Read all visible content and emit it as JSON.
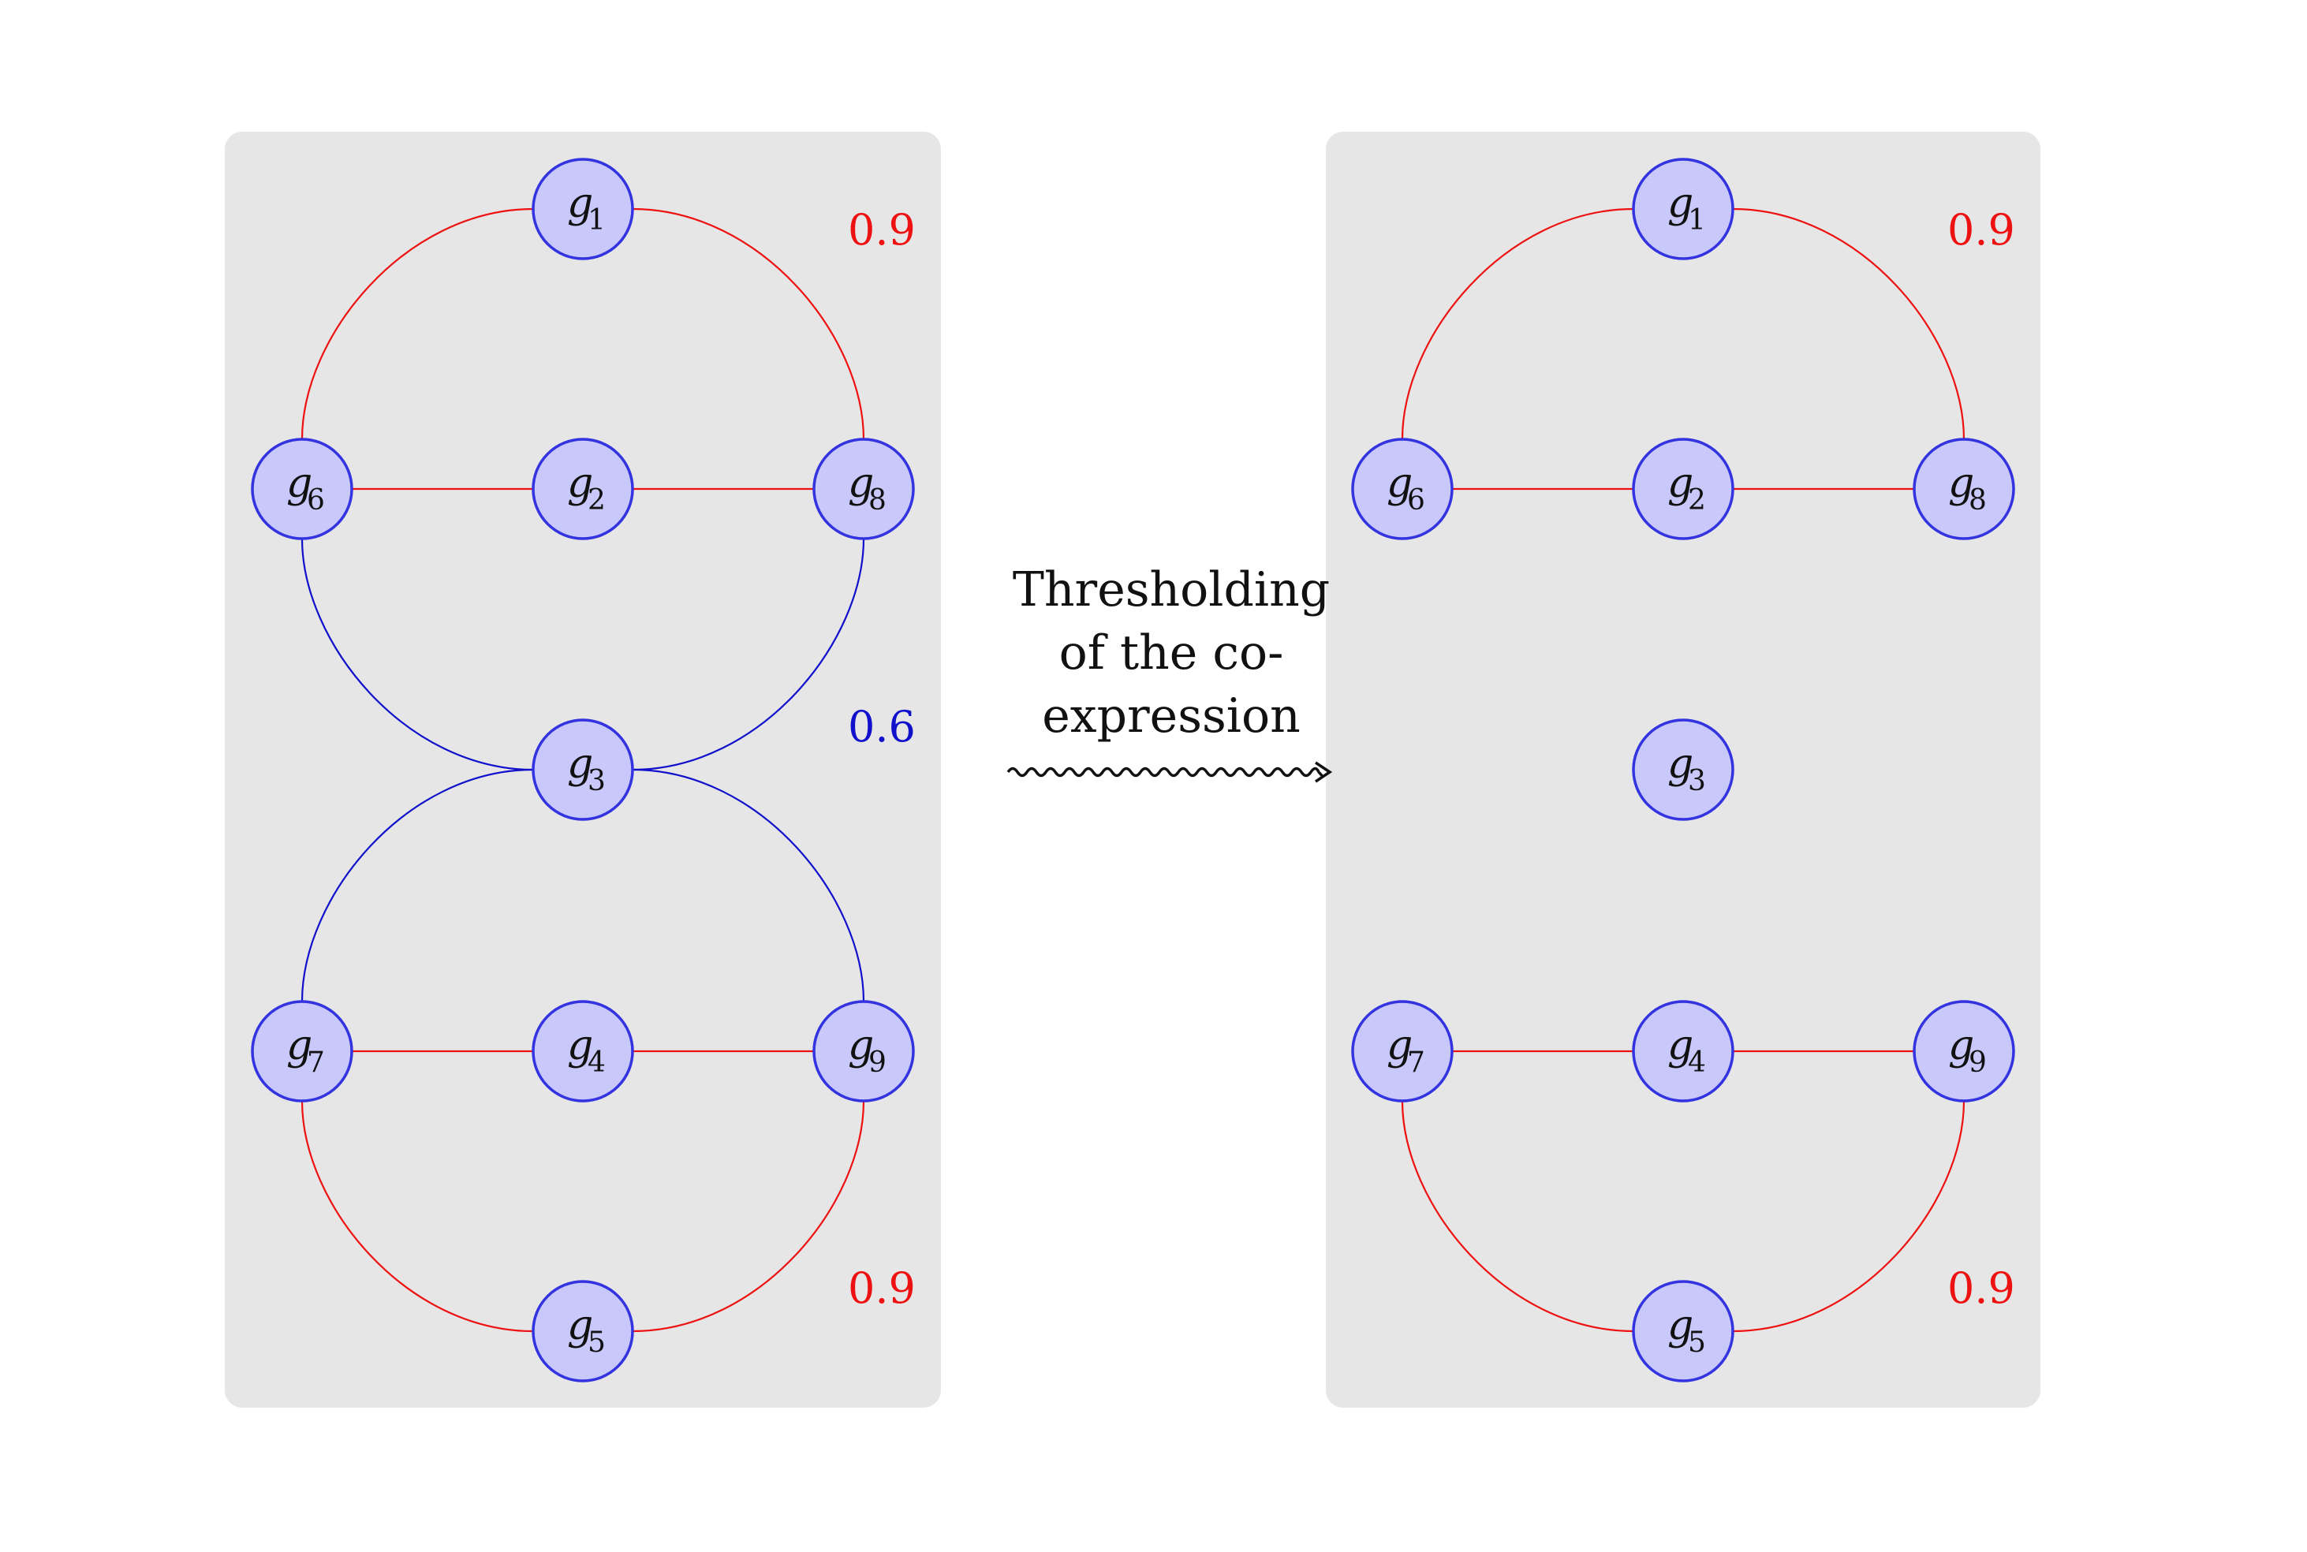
{
  "colors": {
    "strong_edge": "#ee1111",
    "weak_edge": "#1111cc",
    "node_fill": "#c8c8fa",
    "node_stroke": "#3333e0",
    "panel": "#e6e6e6"
  },
  "transition": {
    "caption_lines": [
      "Thresholding",
      "of the co-",
      "expression"
    ],
    "arrow_icon": "squiggly-right-arrow"
  },
  "panels": [
    {
      "id": "before",
      "nodes": [
        {
          "id": "g1",
          "base": "g",
          "sub": "1"
        },
        {
          "id": "g2",
          "base": "g",
          "sub": "2"
        },
        {
          "id": "g3",
          "base": "g",
          "sub": "3"
        },
        {
          "id": "g4",
          "base": "g",
          "sub": "4"
        },
        {
          "id": "g5",
          "base": "g",
          "sub": "5"
        },
        {
          "id": "g6",
          "base": "g",
          "sub": "6"
        },
        {
          "id": "g7",
          "base": "g",
          "sub": "7"
        },
        {
          "id": "g8",
          "base": "g",
          "sub": "8"
        },
        {
          "id": "g9",
          "base": "g",
          "sub": "9"
        }
      ],
      "edges": [
        {
          "from": "g1",
          "to": "g6",
          "weight": 0.9,
          "shape": "arc"
        },
        {
          "from": "g1",
          "to": "g8",
          "weight": 0.9,
          "shape": "arc"
        },
        {
          "from": "g6",
          "to": "g2",
          "weight": 0.9,
          "shape": "line"
        },
        {
          "from": "g2",
          "to": "g8",
          "weight": 0.9,
          "shape": "line"
        },
        {
          "from": "g6",
          "to": "g3",
          "weight": 0.6,
          "shape": "arc"
        },
        {
          "from": "g8",
          "to": "g3",
          "weight": 0.6,
          "shape": "arc"
        },
        {
          "from": "g3",
          "to": "g7",
          "weight": 0.6,
          "shape": "arc"
        },
        {
          "from": "g3",
          "to": "g9",
          "weight": 0.6,
          "shape": "arc"
        },
        {
          "from": "g7",
          "to": "g4",
          "weight": 0.9,
          "shape": "line"
        },
        {
          "from": "g4",
          "to": "g9",
          "weight": 0.9,
          "shape": "line"
        },
        {
          "from": "g7",
          "to": "g5",
          "weight": 0.9,
          "shape": "arc"
        },
        {
          "from": "g9",
          "to": "g5",
          "weight": 0.9,
          "shape": "arc"
        }
      ],
      "weight_labels": [
        {
          "text": "0.9",
          "kind": "strong",
          "near": "top"
        },
        {
          "text": "0.6",
          "kind": "weak",
          "near": "middle"
        },
        {
          "text": "0.9",
          "kind": "strong",
          "near": "bottom"
        }
      ]
    },
    {
      "id": "after",
      "nodes": [
        {
          "id": "g1",
          "base": "g",
          "sub": "1"
        },
        {
          "id": "g2",
          "base": "g",
          "sub": "2"
        },
        {
          "id": "g3",
          "base": "g",
          "sub": "3"
        },
        {
          "id": "g4",
          "base": "g",
          "sub": "4"
        },
        {
          "id": "g5",
          "base": "g",
          "sub": "5"
        },
        {
          "id": "g6",
          "base": "g",
          "sub": "6"
        },
        {
          "id": "g7",
          "base": "g",
          "sub": "7"
        },
        {
          "id": "g8",
          "base": "g",
          "sub": "8"
        },
        {
          "id": "g9",
          "base": "g",
          "sub": "9"
        }
      ],
      "edges": [
        {
          "from": "g1",
          "to": "g6",
          "weight": 0.9,
          "shape": "arc"
        },
        {
          "from": "g1",
          "to": "g8",
          "weight": 0.9,
          "shape": "arc"
        },
        {
          "from": "g6",
          "to": "g2",
          "weight": 0.9,
          "shape": "line"
        },
        {
          "from": "g2",
          "to": "g8",
          "weight": 0.9,
          "shape": "line"
        },
        {
          "from": "g7",
          "to": "g4",
          "weight": 0.9,
          "shape": "line"
        },
        {
          "from": "g4",
          "to": "g9",
          "weight": 0.9,
          "shape": "line"
        },
        {
          "from": "g7",
          "to": "g5",
          "weight": 0.9,
          "shape": "arc"
        },
        {
          "from": "g9",
          "to": "g5",
          "weight": 0.9,
          "shape": "arc"
        }
      ],
      "weight_labels": [
        {
          "text": "0.9",
          "kind": "strong",
          "near": "top"
        },
        {
          "text": "0.9",
          "kind": "strong",
          "near": "bottom"
        }
      ]
    }
  ]
}
